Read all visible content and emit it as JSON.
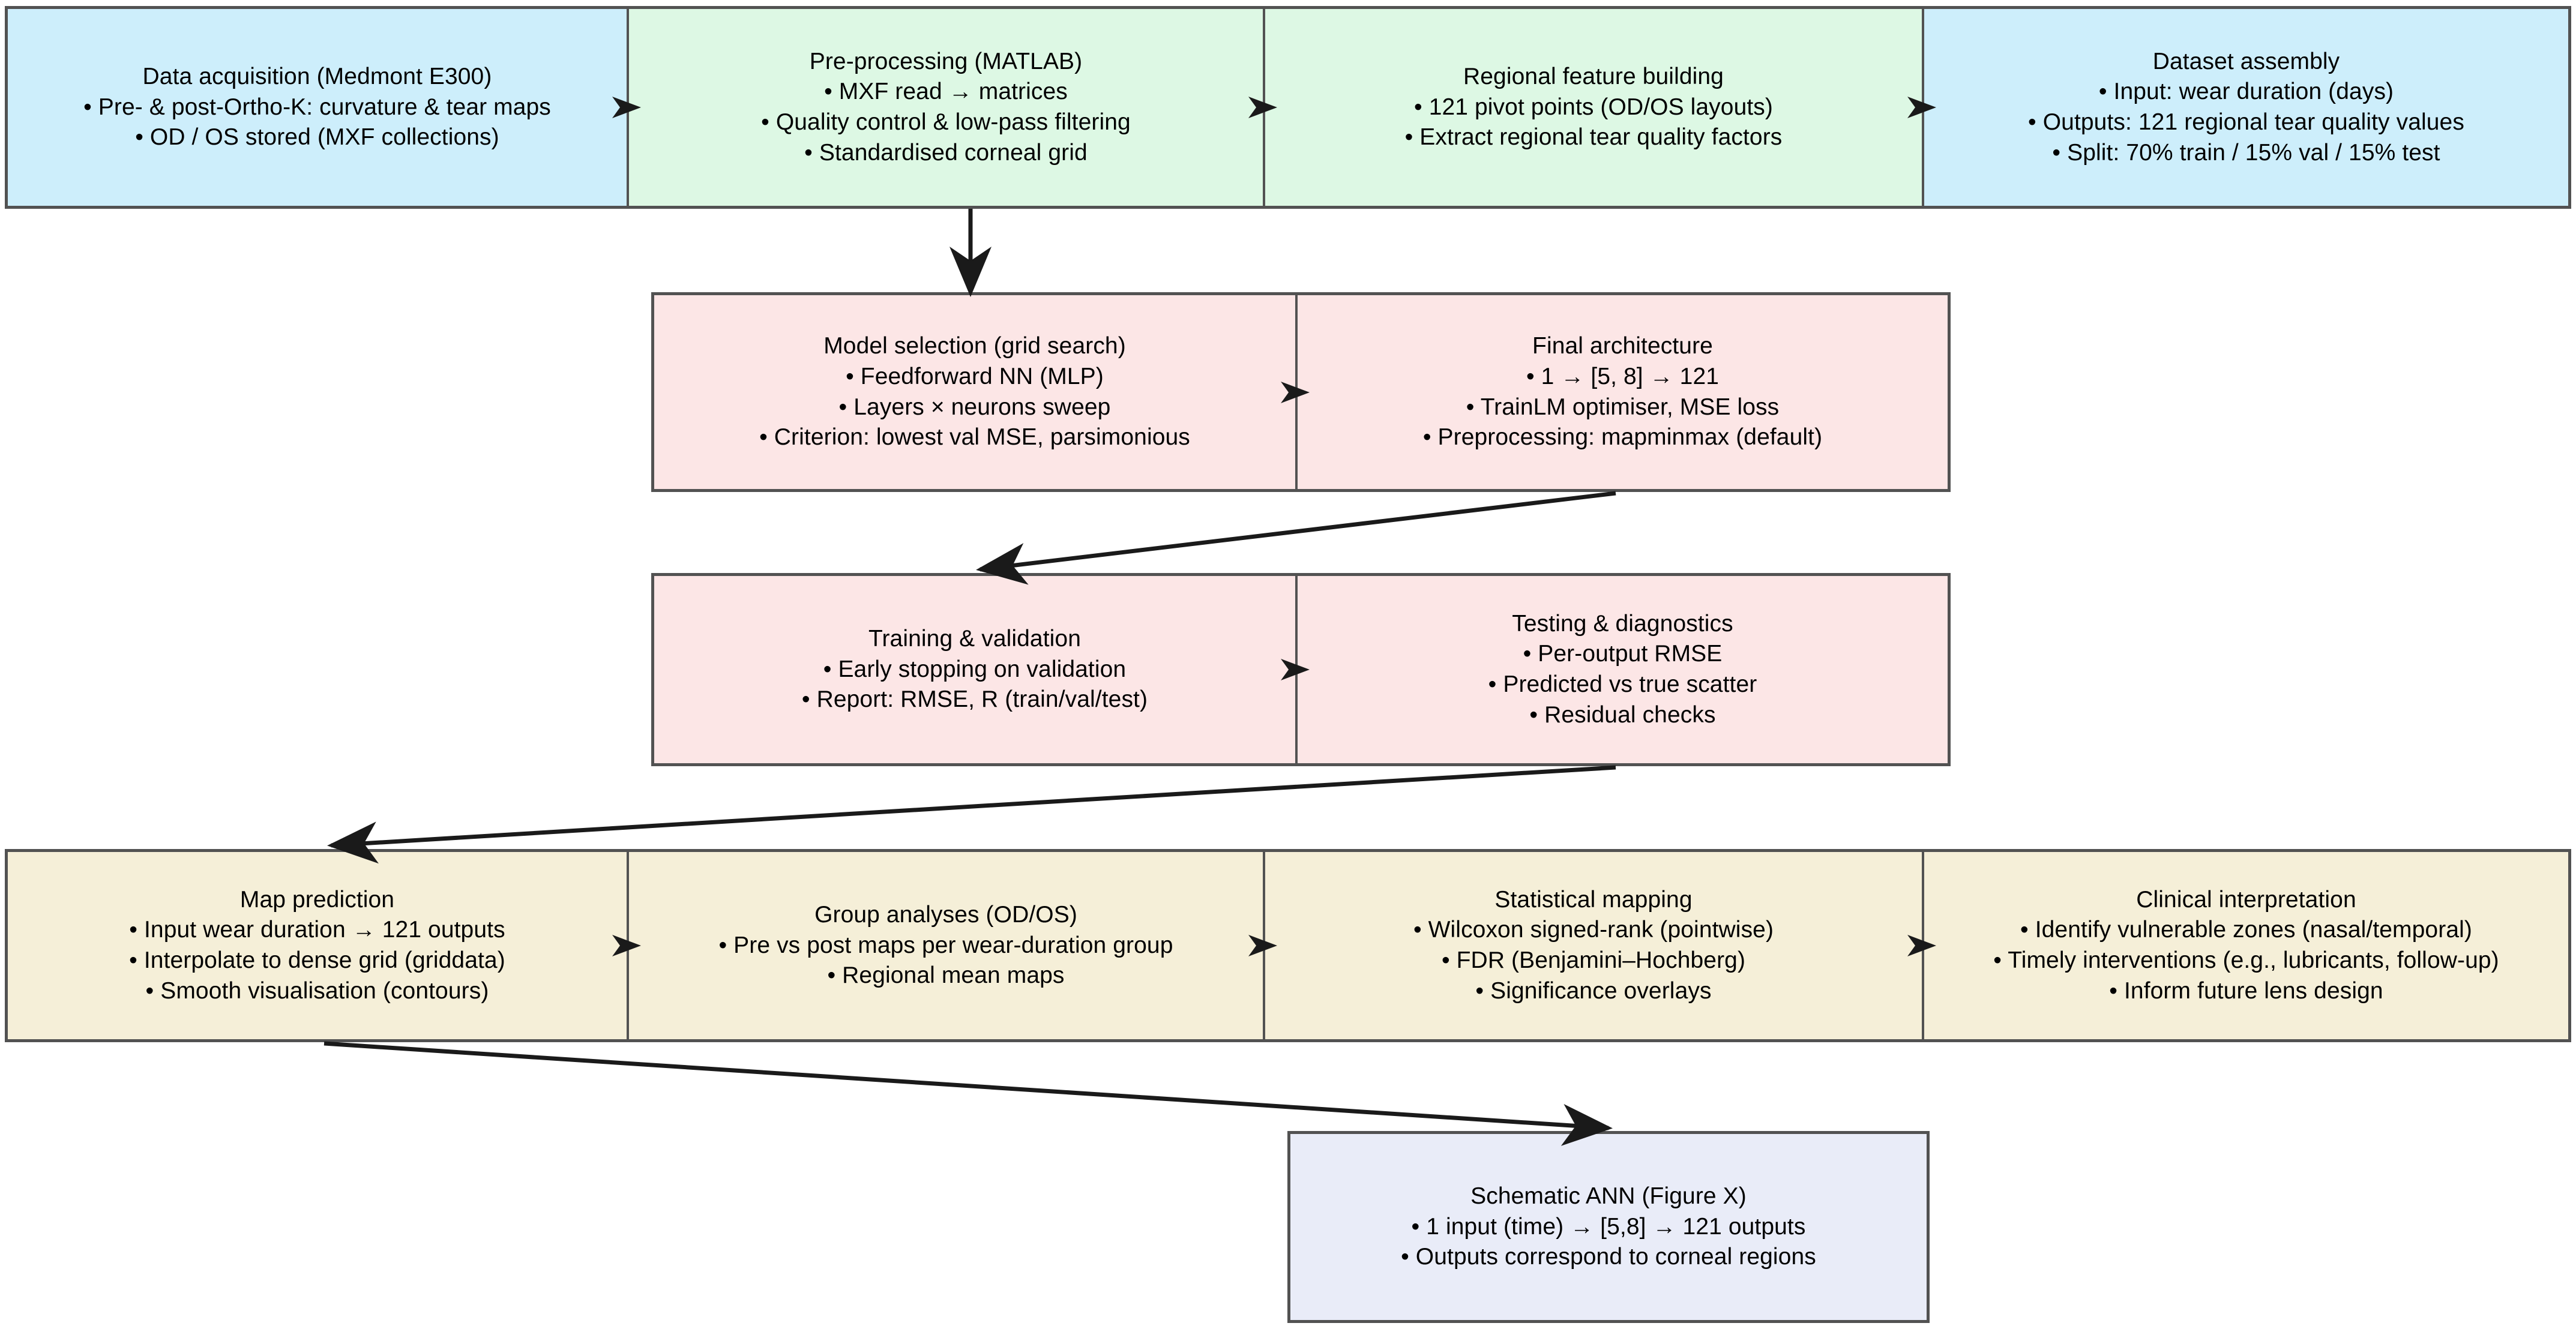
{
  "diagram": {
    "title": "Ortho-K tear film ANN methodology flowchart",
    "colors": {
      "acquisition_fill": "#cdeefb",
      "processing_fill": "#ddf8e4",
      "model_fill": "#fce6e6",
      "analysis_fill": "#f5efd8",
      "schematic_fill": "#e9ecf8",
      "border": "#525252",
      "arrow": "#1a1a1a"
    },
    "rows": [
      {
        "id": "row-data-pipeline",
        "nodes": [
          {
            "id": "data-acquisition",
            "fill": "acquisition_fill",
            "title": "Data acquisition (Medmont E300)",
            "bullets": [
              "• Pre- & post-Ortho-K: curvature & tear maps",
              "• OD / OS stored (MXF collections)"
            ]
          },
          {
            "id": "pre-processing",
            "fill": "processing_fill",
            "title": "Pre-processing (MATLAB)",
            "bullets": [
              "• MXF read → matrices",
              "• Quality control & low-pass filtering",
              "• Standardised corneal grid"
            ]
          },
          {
            "id": "regional-feature-building",
            "fill": "processing_fill",
            "title": "Regional feature building",
            "bullets": [
              "• 121 pivot points (OD/OS layouts)",
              "• Extract regional tear quality factors"
            ]
          },
          {
            "id": "dataset-assembly",
            "fill": "acquisition_fill",
            "title": "Dataset assembly",
            "bullets": [
              "• Input: wear duration (days)",
              "• Outputs: 121 regional tear quality values",
              "• Split: 70% train / 15% val / 15% test"
            ]
          }
        ]
      },
      {
        "id": "row-model-design",
        "nodes": [
          {
            "id": "model-selection",
            "fill": "model_fill",
            "title": "Model selection (grid search)",
            "bullets": [
              "• Feedforward NN (MLP)",
              "• Layers × neurons sweep",
              "• Criterion: lowest val MSE, parsimonious"
            ]
          },
          {
            "id": "final-architecture",
            "fill": "model_fill",
            "title": "Final architecture",
            "bullets": [
              "• 1 → [5, 8] → 121",
              "• TrainLM optimiser, MSE loss",
              "• Preprocessing: mapminmax (default)"
            ]
          }
        ]
      },
      {
        "id": "row-model-evaluation",
        "nodes": [
          {
            "id": "training-validation",
            "fill": "model_fill",
            "title": "Training & validation",
            "bullets": [
              "• Early stopping on validation",
              "• Report: RMSE, R (train/val/test)"
            ]
          },
          {
            "id": "testing-diagnostics",
            "fill": "model_fill",
            "title": "Testing & diagnostics",
            "bullets": [
              "• Per-output RMSE",
              "• Predicted vs true scatter",
              "• Residual checks"
            ]
          }
        ]
      },
      {
        "id": "row-application",
        "nodes": [
          {
            "id": "map-prediction",
            "fill": "analysis_fill",
            "title": "Map prediction",
            "bullets": [
              "• Input wear duration → 121 outputs",
              "• Interpolate to dense grid (griddata)",
              "• Smooth visualisation (contours)"
            ]
          },
          {
            "id": "group-analyses",
            "fill": "analysis_fill",
            "title": "Group analyses (OD/OS)",
            "bullets": [
              "• Pre vs post maps per wear-duration group",
              "• Regional mean maps"
            ]
          },
          {
            "id": "statistical-mapping",
            "fill": "analysis_fill",
            "title": "Statistical mapping",
            "bullets": [
              "• Wilcoxon signed-rank (pointwise)",
              "• FDR (Benjamini–Hochberg)",
              "• Significance overlays"
            ]
          },
          {
            "id": "clinical-interpretation",
            "fill": "analysis_fill",
            "title": "Clinical interpretation",
            "bullets": [
              "• Identify vulnerable zones (nasal/temporal)",
              "• Timely interventions (e.g., lubricants, follow-up)",
              "• Inform future lens design"
            ]
          }
        ]
      },
      {
        "id": "row-schematic",
        "nodes": [
          {
            "id": "schematic-ann",
            "fill": "schematic_fill",
            "title": "Schematic ANN (Figure X)",
            "bullets": [
              "• 1 input (time) → [5,8] → 121 outputs",
              "• Outputs correspond to corneal regions"
            ]
          }
        ]
      }
    ],
    "connectors": [
      {
        "id": "conn-acquisition-to-preprocessing",
        "kind": "inline-chevron"
      },
      {
        "id": "conn-preprocessing-to-regional",
        "kind": "inline-chevron"
      },
      {
        "id": "conn-regional-to-dataset",
        "kind": "inline-chevron"
      },
      {
        "id": "conn-preprocessing-to-model-selection",
        "kind": "vertical-arrow"
      },
      {
        "id": "conn-model-selection-to-final-architecture",
        "kind": "inline-chevron"
      },
      {
        "id": "conn-final-architecture-to-training",
        "kind": "diagonal-arrow"
      },
      {
        "id": "conn-training-to-testing",
        "kind": "inline-chevron"
      },
      {
        "id": "conn-testing-to-map-prediction",
        "kind": "diagonal-arrow"
      },
      {
        "id": "conn-map-prediction-to-group-analyses",
        "kind": "inline-chevron"
      },
      {
        "id": "conn-group-analyses-to-statistical-mapping",
        "kind": "inline-chevron"
      },
      {
        "id": "conn-statistical-mapping-to-clinical",
        "kind": "inline-chevron"
      },
      {
        "id": "conn-map-prediction-to-schematic-ann",
        "kind": "diagonal-arrow"
      }
    ]
  }
}
